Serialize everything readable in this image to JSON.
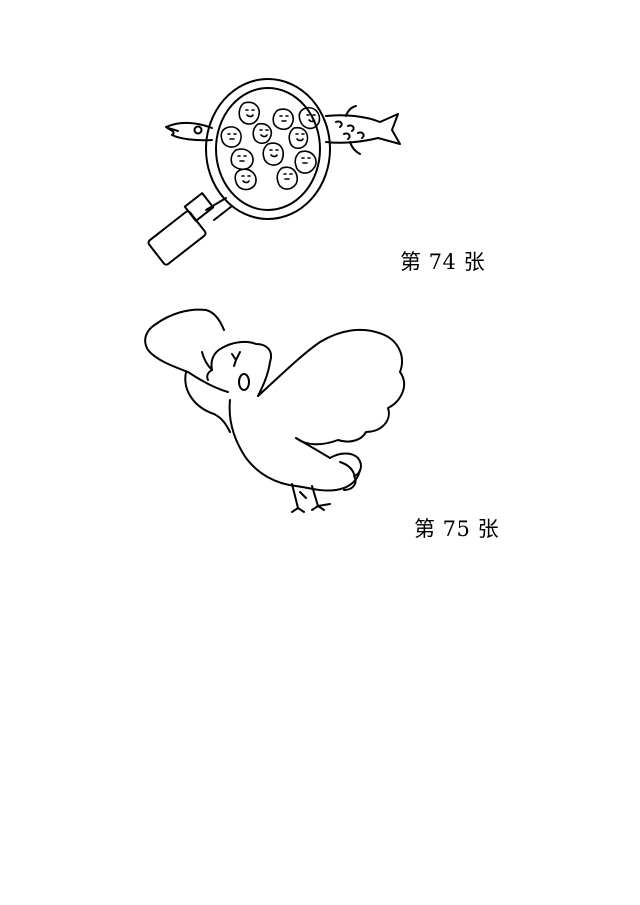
{
  "figures": [
    {
      "caption": "第 74 张",
      "subject": "fish-pan-illustration"
    },
    {
      "caption": "第 75 张",
      "subject": "bird-illustration"
    }
  ]
}
